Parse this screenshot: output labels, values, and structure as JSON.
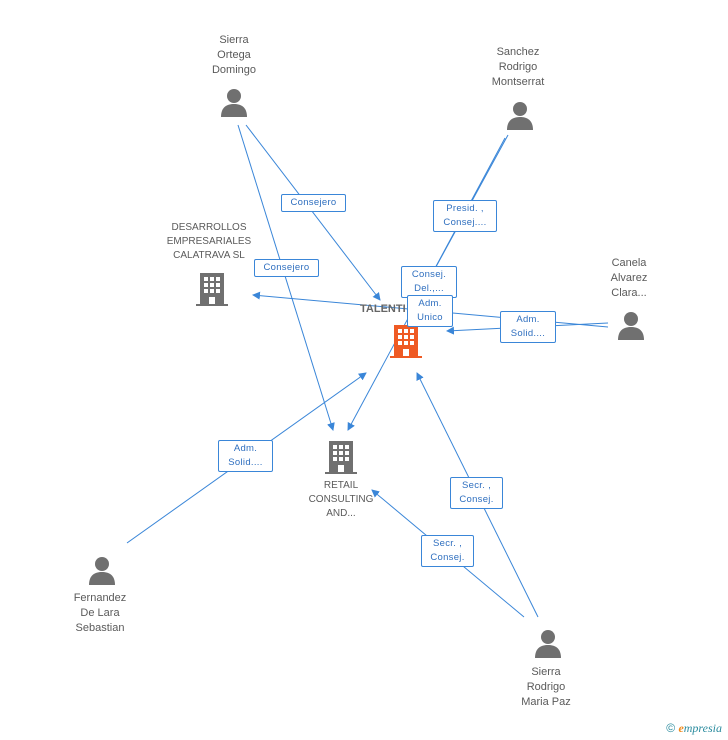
{
  "colors": {
    "edge": "#3a86d8",
    "person": "#707070",
    "company": "#707070",
    "focus_company": "#ef5a24"
  },
  "main_company": {
    "label": "TALENTI"
  },
  "people": {
    "sierra_ortega": [
      "Sierra",
      "Ortega",
      "Domingo"
    ],
    "sanchez": [
      "Sanchez",
      "Rodrigo",
      "Montserrat"
    ],
    "canela": [
      "Canela",
      "Alvarez",
      "Clara..."
    ],
    "fernandez": [
      "Fernandez",
      "De Lara",
      "Sebastian"
    ],
    "sierra_rodrigo": [
      "Sierra",
      "Rodrigo",
      "Maria Paz"
    ]
  },
  "companies": {
    "desarrollos": [
      "DESARROLLOS",
      "EMPRESARIALES",
      "CALATRAVA SL"
    ],
    "retail": [
      "RETAIL",
      "CONSULTING",
      "AND..."
    ]
  },
  "edge_labels": {
    "consejero_1": [
      "Consejero"
    ],
    "consejero_2": [
      "Consejero"
    ],
    "presid": [
      "Presid. ,",
      "Consej...."
    ],
    "consej_del": [
      "Consej.",
      "Del.,..."
    ],
    "adm_unico": [
      "Adm.",
      "Unico"
    ],
    "adm_solid_canela": [
      "Adm.",
      "Solid...."
    ],
    "adm_solid_fernandez": [
      "Adm.",
      "Solid...."
    ],
    "secr_1": [
      "Secr. ,",
      "Consej."
    ],
    "secr_2": [
      "Secr. ,",
      "Consej."
    ]
  },
  "copyright": {
    "symbol": "©",
    "brand_initial": "e",
    "brand_rest": "mpresia"
  }
}
